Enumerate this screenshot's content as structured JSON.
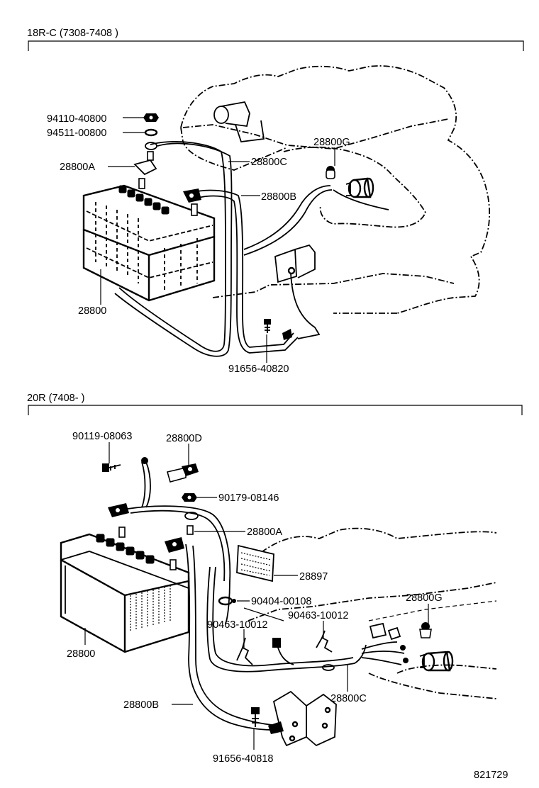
{
  "section_top": {
    "title": "18R-C (7308-7408 )",
    "labels": {
      "nut": "94110-40800",
      "washer": "94511-00800",
      "terminal_a": "28800A",
      "cable_c": "28800C",
      "cable_g": "28800G",
      "cable_b": "28800B",
      "battery": "28800",
      "bolt": "91656-40820"
    }
  },
  "section_bottom": {
    "title": "20R (7408-        )",
    "labels": {
      "bolt_top": "90119-08063",
      "cover_d": "28800D",
      "nut": "90179-08146",
      "terminal_a": "28800A",
      "pad": "28897",
      "clamp": "90404-00108",
      "clip_left": "90463-10012",
      "clip_right": "90463-10012",
      "cable_g": "28800G",
      "battery": "28800",
      "cable_c": "28800C",
      "cable_b": "28800B",
      "bolt_bottom": "91656-40818"
    }
  },
  "figure_number": "821729"
}
